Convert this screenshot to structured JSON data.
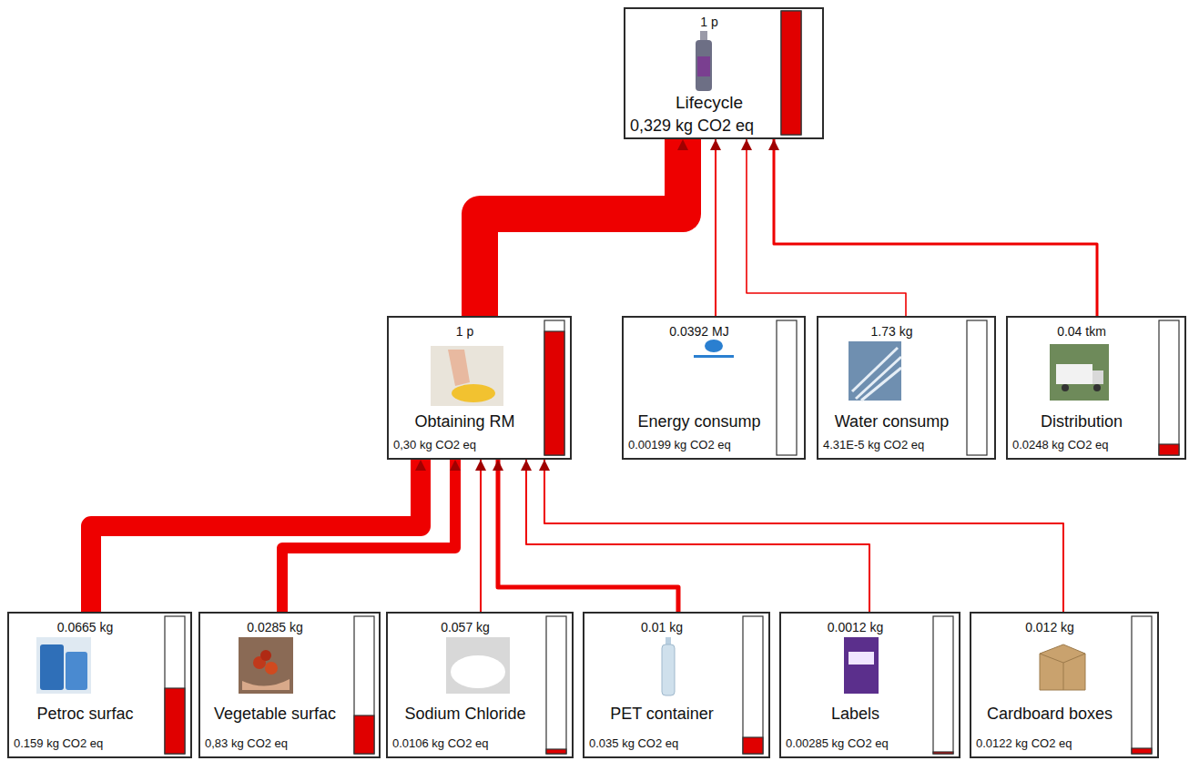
{
  "diagram": {
    "nodes": [
      {
        "text": [
          "1 p",
          "Lifecycle",
          "0,329 kg CO2 eq"
        ]
      },
      {
        "text": [
          "1 p",
          "Obtaining RM",
          "0,30 kg CO2 eq"
        ]
      },
      {
        "text": [
          "0.0392 MJ",
          "Energy consump",
          "0.00199 kg CO2 eq"
        ]
      },
      {
        "text": [
          "1.73 kg",
          "Water consump",
          "4.31E-5 kg CO2 eq"
        ]
      },
      {
        "text": [
          "0.04 tkm",
          "Distribution",
          "0.0248 kg CO2 eq"
        ]
      },
      {
        "text": [
          "0.0665 kg",
          "Petroc surfac",
          "0.159 kg CO2 eq"
        ]
      },
      {
        "text": [
          "0.0285 kg",
          "Vegetable surfac",
          "0,83 kg CO2 eq"
        ]
      },
      {
        "text": [
          "0.057 kg",
          "Sodium Chloride",
          "0.0106 kg CO2 eq"
        ]
      },
      {
        "text": [
          "0.01 kg",
          "PET container",
          "0.035 kg CO2 eq"
        ]
      },
      {
        "text": [
          "0.0012 kg",
          "Labels",
          "0.00285 kg CO2 eq"
        ]
      },
      {
        "text": [
          "0.012 kg",
          "Cardboard boxes",
          "0.0122 kg CO2 eq"
        ]
      }
    ],
    "edges": [
      {
        "from": 1,
        "to": 0,
        "arrow": "to"
      },
      {
        "from": 2,
        "to": 0,
        "arrow": "to"
      },
      {
        "from": 3,
        "to": 0,
        "arrow": "to"
      },
      {
        "from": 4,
        "to": 0,
        "arrow": "to"
      },
      {
        "from": 5,
        "to": 1,
        "arrow": "to"
      },
      {
        "from": 6,
        "to": 1,
        "arrow": "to"
      },
      {
        "from": 7,
        "to": 1,
        "arrow": "to"
      },
      {
        "from": 8,
        "to": 1,
        "arrow": "to"
      },
      {
        "from": 9,
        "to": 1,
        "arrow": "to"
      },
      {
        "from": 10,
        "to": 1,
        "arrow": "to"
      }
    ]
  }
}
